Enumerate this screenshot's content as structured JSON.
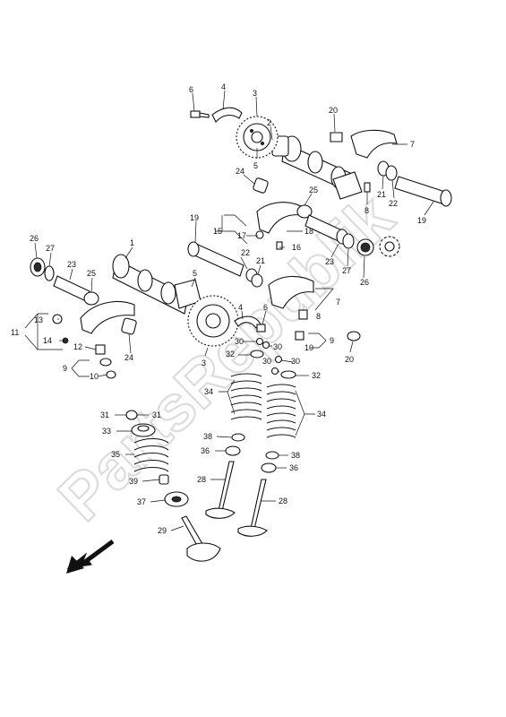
{
  "watermark": {
    "text": "PartsRepublik"
  },
  "callouts": [
    {
      "id": "c6a",
      "text": "6"
    },
    {
      "id": "c4a",
      "text": "4"
    },
    {
      "id": "c3a",
      "text": "3"
    },
    {
      "id": "c5a",
      "text": "5"
    },
    {
      "id": "c2",
      "text": "2"
    },
    {
      "id": "c20a",
      "text": "20"
    },
    {
      "id": "c7a",
      "text": "7"
    },
    {
      "id": "c24a",
      "text": "24"
    },
    {
      "id": "c8a",
      "text": "8"
    },
    {
      "id": "c21a",
      "text": "21"
    },
    {
      "id": "c22a",
      "text": "22"
    },
    {
      "id": "c19a",
      "text": "19"
    },
    {
      "id": "c25a",
      "text": "25"
    },
    {
      "id": "c19b",
      "text": "19"
    },
    {
      "id": "c15",
      "text": "15"
    },
    {
      "id": "c17",
      "text": "17"
    },
    {
      "id": "c18",
      "text": "18"
    },
    {
      "id": "c16",
      "text": "16"
    },
    {
      "id": "c26a",
      "text": "26"
    },
    {
      "id": "c27a",
      "text": "27"
    },
    {
      "id": "c1",
      "text": "1"
    },
    {
      "id": "c22b",
      "text": "22"
    },
    {
      "id": "c21b",
      "text": "21"
    },
    {
      "id": "c23a",
      "text": "23"
    },
    {
      "id": "c27b",
      "text": "27"
    },
    {
      "id": "c26b",
      "text": "26"
    },
    {
      "id": "c23b",
      "text": "23"
    },
    {
      "id": "c25b",
      "text": "25"
    },
    {
      "id": "c5b",
      "text": "5"
    },
    {
      "id": "c7b",
      "text": "7"
    },
    {
      "id": "c8b",
      "text": "8"
    },
    {
      "id": "c13",
      "text": "13"
    },
    {
      "id": "c11",
      "text": "11"
    },
    {
      "id": "c14",
      "text": "14"
    },
    {
      "id": "c12",
      "text": "12"
    },
    {
      "id": "c9a",
      "text": "9"
    },
    {
      "id": "c10a",
      "text": "10"
    },
    {
      "id": "c24b",
      "text": "24"
    },
    {
      "id": "c4b",
      "text": "4"
    },
    {
      "id": "c6b",
      "text": "6"
    },
    {
      "id": "c30a",
      "text": "30"
    },
    {
      "id": "c30b",
      "text": "30"
    },
    {
      "id": "c9b",
      "text": "9"
    },
    {
      "id": "c10b",
      "text": "10"
    },
    {
      "id": "c32a",
      "text": "32"
    },
    {
      "id": "c30c",
      "text": "30"
    },
    {
      "id": "c30d",
      "text": "30"
    },
    {
      "id": "c20b",
      "text": "20"
    },
    {
      "id": "c3b",
      "text": "3"
    },
    {
      "id": "c32b",
      "text": "32"
    },
    {
      "id": "c34a",
      "text": "34"
    },
    {
      "id": "c34b",
      "text": "34"
    },
    {
      "id": "c31a",
      "text": "31"
    },
    {
      "id": "c31b",
      "text": "31"
    },
    {
      "id": "c33",
      "text": "33"
    },
    {
      "id": "c35",
      "text": "35"
    },
    {
      "id": "c38a",
      "text": "38"
    },
    {
      "id": "c36a",
      "text": "36"
    },
    {
      "id": "c38b",
      "text": "38"
    },
    {
      "id": "c36b",
      "text": "36"
    },
    {
      "id": "c39",
      "text": "39"
    },
    {
      "id": "c28a",
      "text": "28"
    },
    {
      "id": "c37",
      "text": "37"
    },
    {
      "id": "c28b",
      "text": "28"
    },
    {
      "id": "c29",
      "text": "29"
    }
  ],
  "icons": {
    "front_arrow": "arrow-down-left-icon",
    "gear_logo": "gear-icon"
  }
}
